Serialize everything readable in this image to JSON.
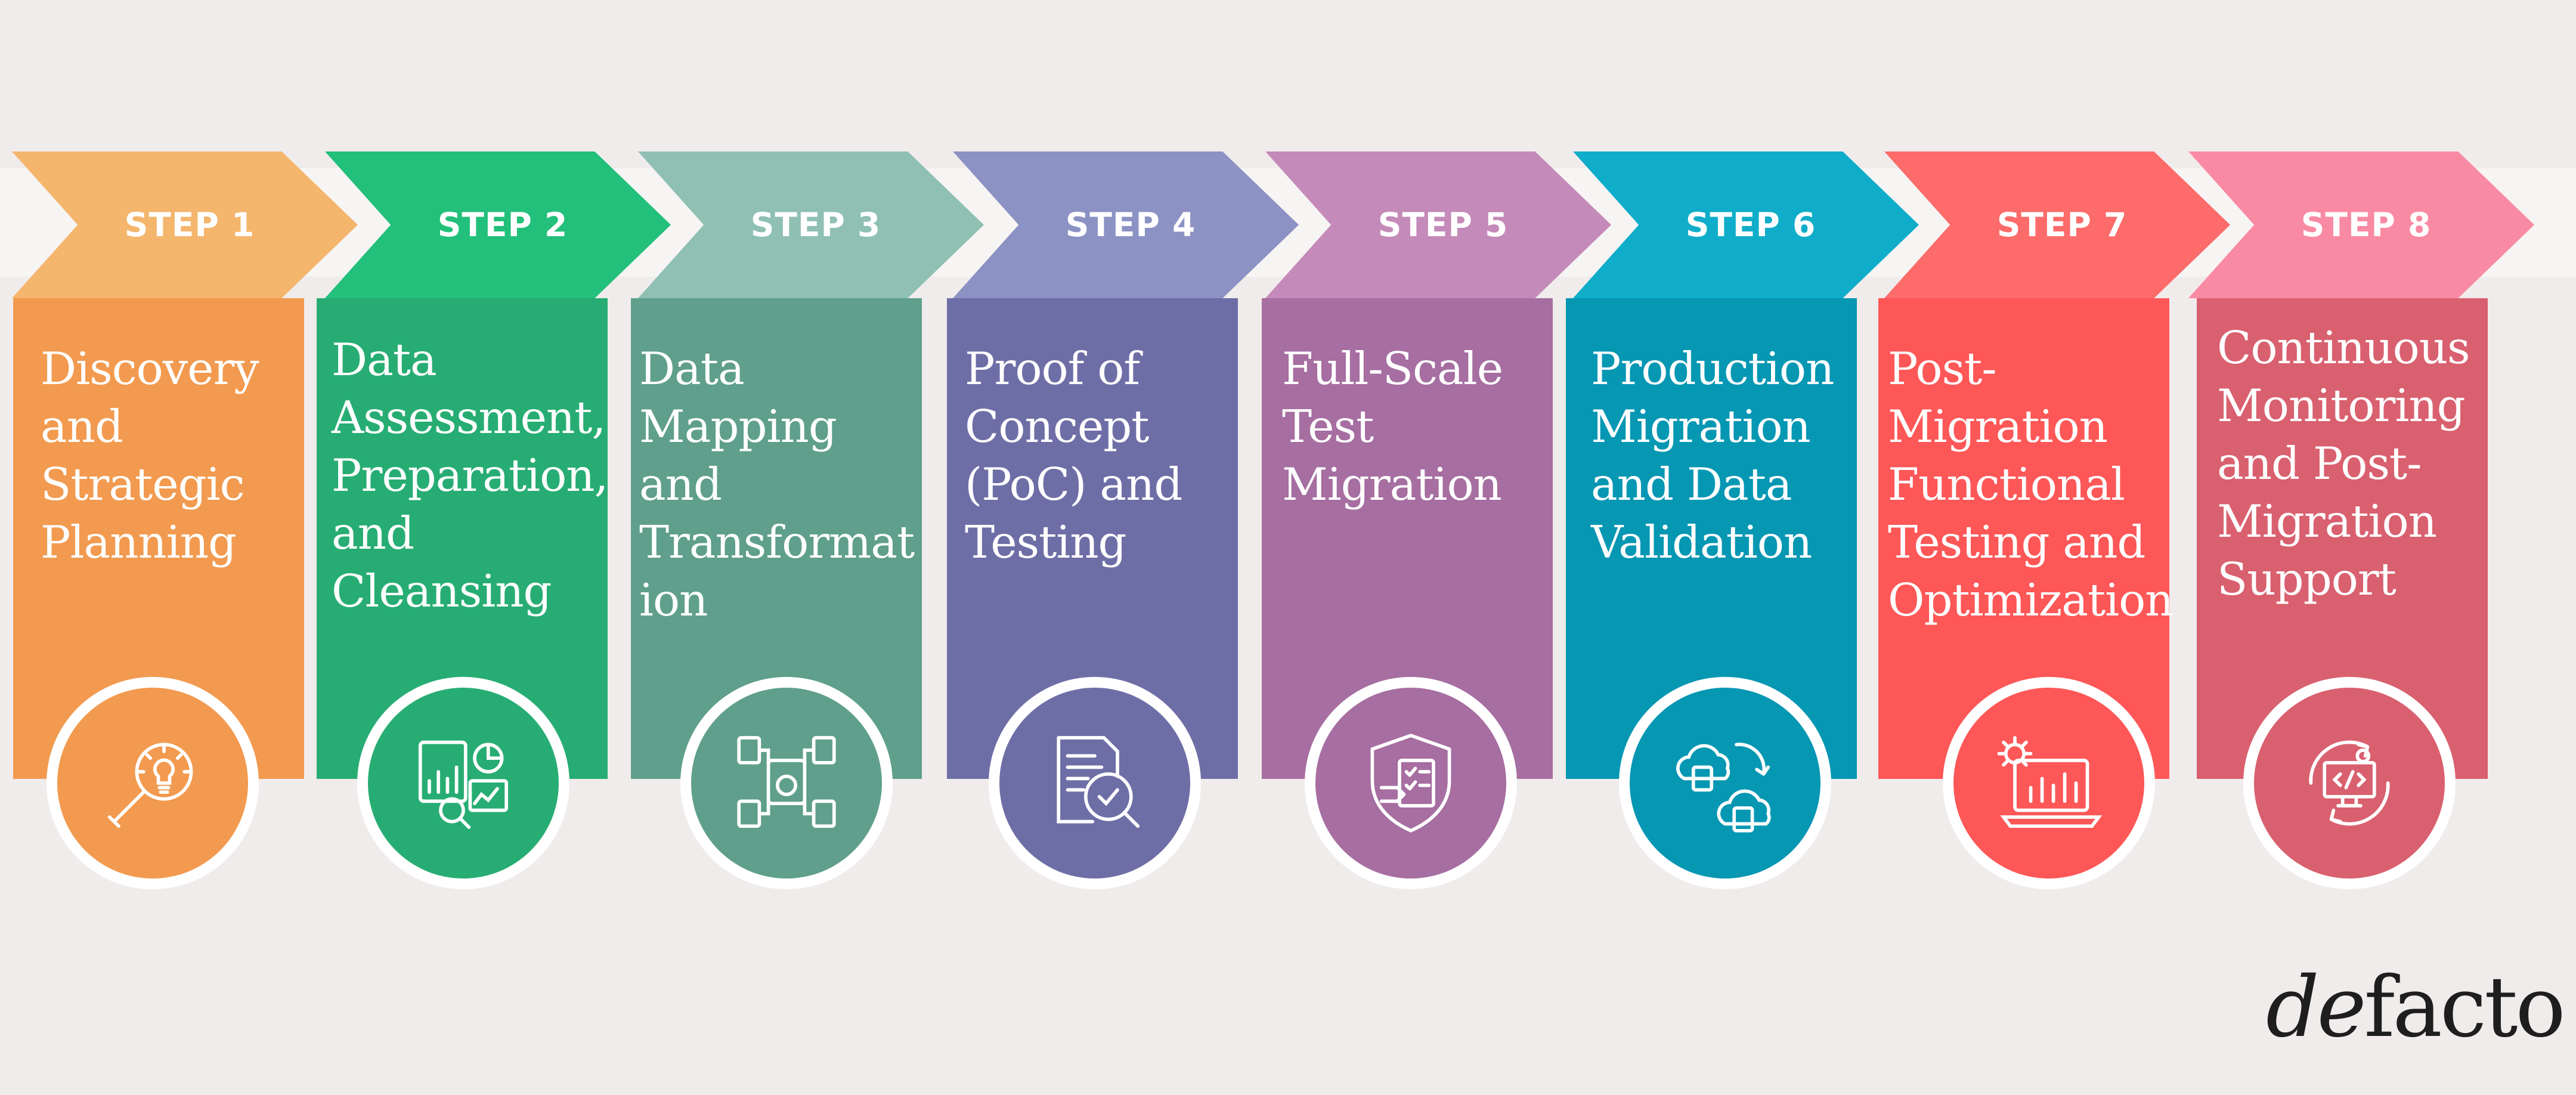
{
  "brand": {
    "logo_prefix": "de",
    "logo_suffix": "facto"
  },
  "steps": [
    {
      "label": "STEP 1",
      "title": "Discovery\nand\nStrategic\nPlanning",
      "icon": "magnifier-bulb-icon",
      "chevron_color": "#f4b66d",
      "panel_color": "#f29a4f"
    },
    {
      "label": "STEP 2",
      "title": "Data\nAssessment,\nPreparation,\nand\nCleansing",
      "icon": "analytics-dashboard-icon",
      "chevron_color": "#22c07a",
      "panel_color": "#27ad73"
    },
    {
      "label": "STEP 3",
      "title": "Data\nMapping\nand\nTransformat\nion",
      "icon": "data-network-icon",
      "chevron_color": "#8fc0b3",
      "panel_color": "#5f9f8b"
    },
    {
      "label": "STEP 4",
      "title": "Proof of\nConcept\n(PoC) and\nTesting",
      "icon": "document-check-icon",
      "chevron_color": "#8d92c4",
      "panel_color": "#6e6ea7"
    },
    {
      "label": "STEP 5",
      "title": "Full-Scale\nTest\nMigration",
      "icon": "shield-checklist-icon",
      "chevron_color": "#c48ab9",
      "panel_color": "#a66ea1"
    },
    {
      "label": "STEP 6",
      "title": "Production\nMigration\nand Data\nValidation",
      "icon": "cloud-transfer-icon",
      "chevron_color": "#0fadc9",
      "panel_color": "#0697b3"
    },
    {
      "label": "STEP 7",
      "title": "Post-\nMigration\nFunctional\nTesting and\nOptimization",
      "icon": "laptop-gear-chart-icon",
      "chevron_color": "#fd6b6b",
      "panel_color": "#fd5757"
    },
    {
      "label": "STEP 8",
      "title": "Continuous\nMonitoring\nand Post-\nMigration\nSupport",
      "icon": "monitor-code-cycle-icon",
      "chevron_color": "#f98aa3",
      "panel_color": "#d9606f"
    }
  ]
}
